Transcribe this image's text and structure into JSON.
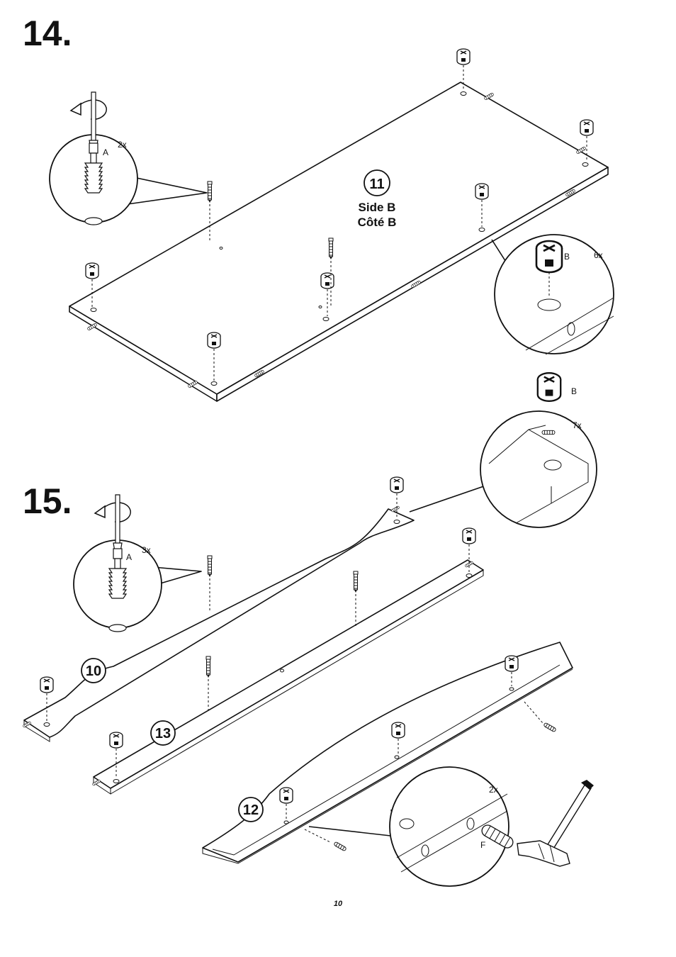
{
  "step14": {
    "number": "14.",
    "zoom_screw_qty": "2x",
    "zoom_screw_part": "A",
    "panel_number": "11",
    "panel_side_en": "Side B",
    "panel_side_fr": "Côté B",
    "zoom_cam_part": "B",
    "zoom_cam_qty": "6x"
  },
  "step15": {
    "number": "15.",
    "cam_part": "B",
    "cam_qty": "7x",
    "zoom_screw_qty": "3x",
    "zoom_screw_part": "A",
    "part_10": "10",
    "part_13": "13",
    "part_12": "12",
    "dowel_qty": "2x",
    "dowel_part": "F"
  },
  "page_number": "10"
}
